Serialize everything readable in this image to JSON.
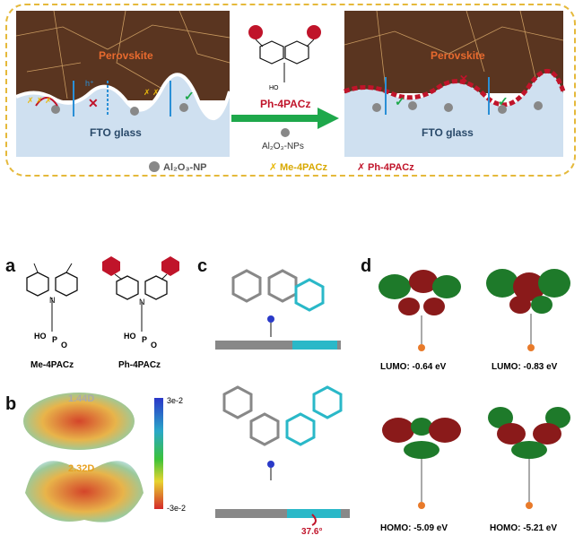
{
  "top_panel": {
    "left_scene": {
      "perovskite_label": "Perovskite",
      "fto_label": "FTO glass",
      "h_plus": "h⁺"
    },
    "right_scene": {
      "perovskite_label": "Perovskite",
      "fto_label": "FTO glass"
    },
    "arrow": {
      "label": "Ph-4PACz",
      "sublabel": "Al₂O₃-NPs"
    },
    "legend": {
      "al2o3": "Al₂O₃-NP",
      "me": "Me-4PACz",
      "ph": "Ph-4PACz"
    },
    "colors": {
      "perovskite": "#5a3520",
      "fto": "#cfe0f0",
      "arrow_green": "#1ea84b",
      "border": "#e5b93b",
      "ph_red": "#c0142a",
      "me_yellow": "#e8b80d"
    }
  },
  "panel_a": {
    "letter": "a",
    "mol1": "Me-4PACz",
    "mol2": "Ph-4PACz",
    "ho": "HO",
    "p": "P",
    "o": "O"
  },
  "panel_b": {
    "letter": "b",
    "dipole1": "1.44D",
    "dipole2": "2.32D",
    "scale_top": "3e-2",
    "scale_bottom": "-3e-2"
  },
  "panel_c": {
    "letter": "c",
    "angle": "37.6°"
  },
  "panel_d": {
    "letter": "d",
    "lumo1": "LUMO: -0.64 eV",
    "lumo2": "LUMO: -0.83 eV",
    "homo1": "HOMO: -5.09 eV",
    "homo2": "HOMO: -5.21 eV"
  }
}
